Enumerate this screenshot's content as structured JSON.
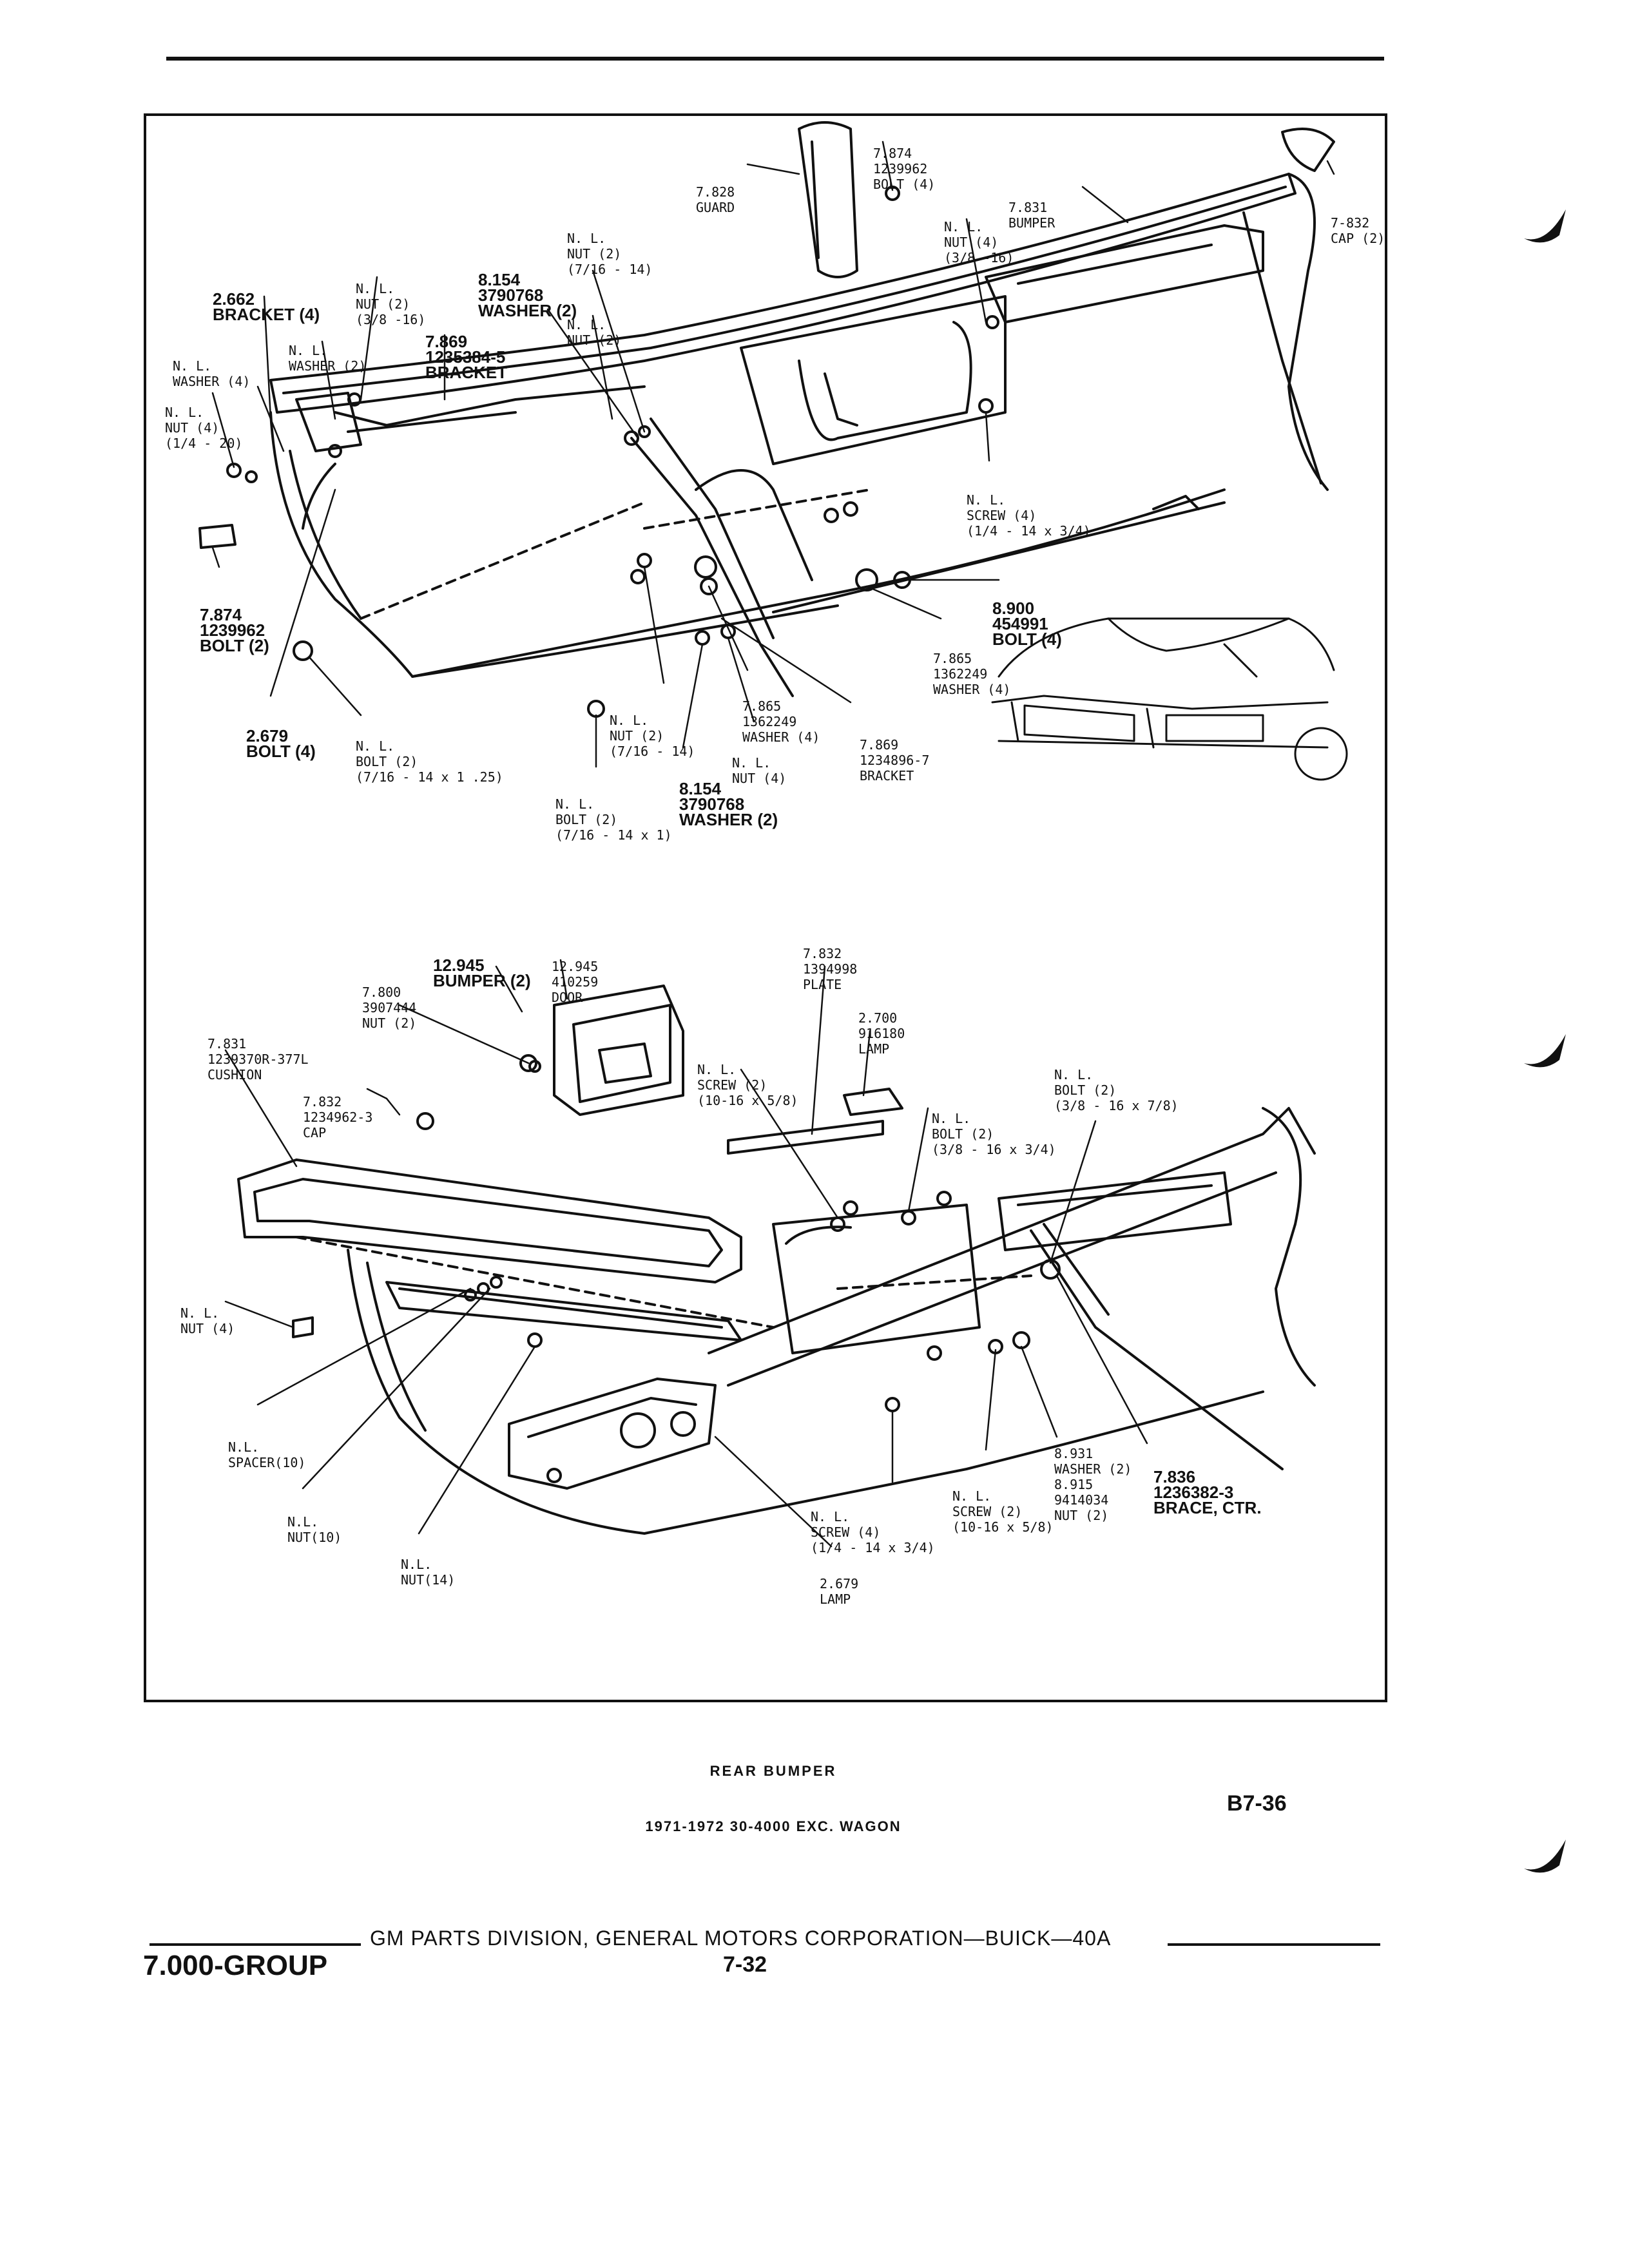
{
  "diagram": {
    "caption_line1": "REAR BUMPER",
    "caption_line2": "1971-1972 30-4000 EXC. WAGON",
    "page_code": "B7-36",
    "callouts_top": [
      {
        "id": "c1",
        "lines": [
          "7.874",
          "1239962",
          "BOLT (4)"
        ]
      },
      {
        "id": "c2",
        "lines": [
          "7.828",
          "GUARD"
        ]
      },
      {
        "id": "c3",
        "lines": [
          "7.831",
          "BUMPER"
        ]
      },
      {
        "id": "c4",
        "lines": [
          "7-832",
          "CAP (2)"
        ]
      },
      {
        "id": "c5",
        "lines": [
          "N. L.",
          "NUT (2)",
          "(7/16 - 14)"
        ]
      },
      {
        "id": "c6",
        "lines": [
          "N. L.",
          "NUT (4)",
          "(3/8 -16)"
        ]
      },
      {
        "id": "c7",
        "lines": [
          "8.154",
          "3790768",
          "WASHER (2)"
        ]
      },
      {
        "id": "c8",
        "lines": [
          "N. L.",
          "NUT (2)"
        ]
      },
      {
        "id": "c9",
        "lines": [
          "2.662",
          "BRACKET (4)"
        ]
      },
      {
        "id": "c10",
        "lines": [
          "N. L.",
          "NUT (2)",
          "(3/8 -16)"
        ]
      },
      {
        "id": "c11",
        "lines": [
          "N. L.",
          "WASHER (2)"
        ]
      },
      {
        "id": "c12",
        "lines": [
          "7.869",
          "1235384-5",
          "BRACKET"
        ]
      },
      {
        "id": "c13",
        "lines": [
          "N. L.",
          "WASHER (4)"
        ]
      },
      {
        "id": "c14",
        "lines": [
          "N. L.",
          "NUT (4)",
          "(1/4 - 20)"
        ]
      },
      {
        "id": "c15",
        "lines": [
          "N. L.",
          "SCREW (4)",
          "(1/4 - 14 x 3/4)"
        ]
      },
      {
        "id": "c16",
        "lines": [
          "7.874",
          "1239962",
          "BOLT (2)"
        ]
      },
      {
        "id": "c17",
        "lines": [
          "8.900",
          "454991",
          "BOLT (4)"
        ]
      },
      {
        "id": "c18",
        "lines": [
          "7.865",
          "1362249",
          "WASHER (4)"
        ]
      },
      {
        "id": "c19",
        "lines": [
          "7.865",
          "1362249",
          "WASHER (4)"
        ]
      },
      {
        "id": "c20",
        "lines": [
          "N. L.",
          "NUT (2)",
          "(7/16 - 14)"
        ]
      },
      {
        "id": "c21",
        "lines": [
          "2.679",
          "BOLT (4)"
        ]
      },
      {
        "id": "c22",
        "lines": [
          "N. L.",
          "BOLT (2)",
          "(7/16 - 14 x 1 .25)"
        ]
      },
      {
        "id": "c23",
        "lines": [
          "N. L.",
          "NUT (4)"
        ]
      },
      {
        "id": "c24",
        "lines": [
          "7.869",
          "1234896-7",
          "BRACKET"
        ]
      },
      {
        "id": "c25",
        "lines": [
          "8.154",
          "3790768",
          "WASHER (2)"
        ]
      },
      {
        "id": "c26",
        "lines": [
          "N. L.",
          "BOLT (2)",
          "(7/16 - 14 x 1)"
        ]
      }
    ],
    "callouts_bottom": [
      {
        "id": "d1",
        "lines": [
          "12.945",
          "BUMPER (2)"
        ]
      },
      {
        "id": "d2",
        "lines": [
          "12.945",
          "410259",
          "DOOR"
        ]
      },
      {
        "id": "d3",
        "lines": [
          "7.832",
          "1394998",
          "PLATE"
        ]
      },
      {
        "id": "d4",
        "lines": [
          "7.800",
          "3907444",
          "NUT (2)"
        ]
      },
      {
        "id": "d5",
        "lines": [
          "2.700",
          "916180",
          "LAMP"
        ]
      },
      {
        "id": "d6",
        "lines": [
          "7.831",
          "1239370R-377L",
          "CUSHION"
        ]
      },
      {
        "id": "d7",
        "lines": [
          "N. L.",
          "SCREW (2)",
          "(10-16 x 5/8)"
        ]
      },
      {
        "id": "d8",
        "lines": [
          "N. L.",
          "BOLT (2)",
          "(3/8 - 16 x 7/8)"
        ]
      },
      {
        "id": "d9",
        "lines": [
          "7.832",
          "1234962-3",
          "CAP"
        ]
      },
      {
        "id": "d10",
        "lines": [
          "N. L.",
          "BOLT (2)",
          "(3/8 - 16 x 3/4)"
        ]
      },
      {
        "id": "d11",
        "lines": [
          "N. L.",
          "NUT (4)"
        ]
      },
      {
        "id": "d12",
        "lines": [
          "N.L.",
          "SPACER(10)"
        ]
      },
      {
        "id": "d13",
        "lines": [
          "8.931",
          "WASHER (2)",
          "8.915",
          "9414034",
          "NUT (2)"
        ]
      },
      {
        "id": "d14",
        "lines": [
          "7.836",
          "1236382-3",
          "BRACE, CTR."
        ]
      },
      {
        "id": "d15",
        "lines": [
          "N. L.",
          "SCREW (2)",
          "(10-16 x 5/8)"
        ]
      },
      {
        "id": "d16",
        "lines": [
          "N. L.",
          "SCREW (4)",
          "(1/4 - 14 x 3/4)"
        ]
      },
      {
        "id": "d17",
        "lines": [
          "N.L.",
          "NUT(10)"
        ]
      },
      {
        "id": "d18",
        "lines": [
          "N.L.",
          "NUT(14)"
        ]
      },
      {
        "id": "d19",
        "lines": [
          "2.679",
          "LAMP"
        ]
      }
    ]
  },
  "footer": {
    "group": "7.000-GROUP",
    "publisher": "GM PARTS DIVISION, GENERAL MOTORS CORPORATION—BUICK—40A",
    "page_number": "7-32"
  }
}
